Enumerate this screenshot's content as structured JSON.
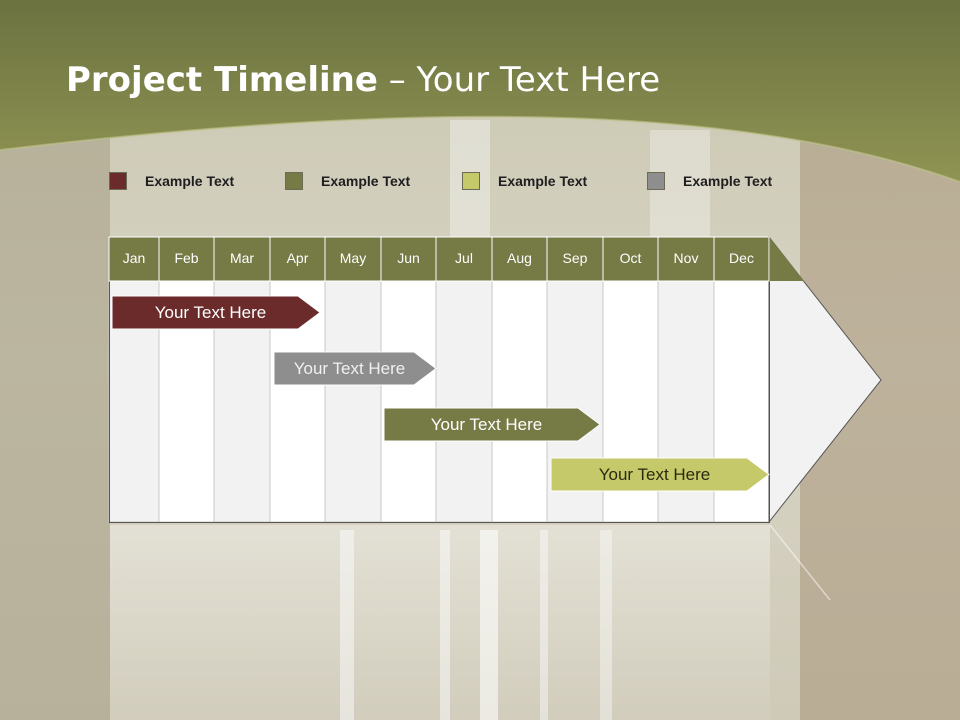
{
  "title": {
    "bold": "Project Timeline",
    "rest": " – Your Text Here"
  },
  "legend": [
    {
      "label": "Example Text",
      "color": "#6b2b2b"
    },
    {
      "label": "Example Text",
      "color": "#767a45"
    },
    {
      "label": "Example Text",
      "color": "#c6c969"
    },
    {
      "label": "Example Text",
      "color": "#8e8e8e"
    }
  ],
  "months": [
    "Jan",
    "Feb",
    "Mar",
    "Apr",
    "May",
    "Jun",
    "Jul",
    "Aug",
    "Sep",
    "Oct",
    "Nov",
    "Dec"
  ],
  "tasks": [
    {
      "label": "Your  Text Here",
      "color": "#6b2b2b",
      "text_color": "#ffffff"
    },
    {
      "label": "Your  Text Here",
      "color": "#8e8e8e",
      "text_color": "#f0f0f0"
    },
    {
      "label": "Your  Text Here",
      "color": "#767a45",
      "text_color": "#ffffff"
    },
    {
      "label": "Your  Text Here",
      "color": "#c6c969",
      "text_color": "#2a2a10"
    }
  ],
  "colors": {
    "header": "#767a45",
    "banner": "#8a8c50",
    "grid_light": "#f2f2f2",
    "grid_white": "#ffffff"
  }
}
